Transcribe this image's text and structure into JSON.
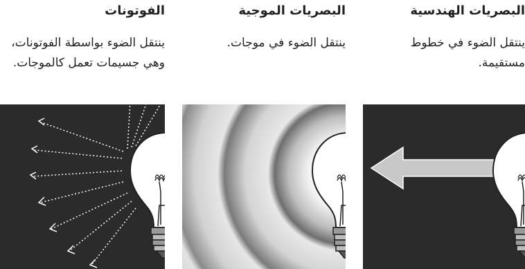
{
  "columns": [
    {
      "id": "geometric",
      "title": "البصريات الهندسية",
      "description": "ينتقل الضوء في خطوط مستقيمة."
    },
    {
      "id": "wave",
      "title": "البصريات الموجية",
      "description": "ينتقل الضوء في موجات."
    },
    {
      "id": "photon",
      "title": "الفوتونات",
      "description": "ينتقل الضوء بواسطة الفوتونات، وهي جسيمات تعمل كالموجات."
    }
  ],
  "colors": {
    "panel_background": "#2b2b2b",
    "arrow": "#c8c8c8",
    "bulb_glass": "#ffffff",
    "bulb_base": "#8a8a8a",
    "text": "#231f20"
  },
  "icons": [
    "light-bulb-icon",
    "arrow-left-icon",
    "wave-rings",
    "photon-arrow-icon"
  ]
}
